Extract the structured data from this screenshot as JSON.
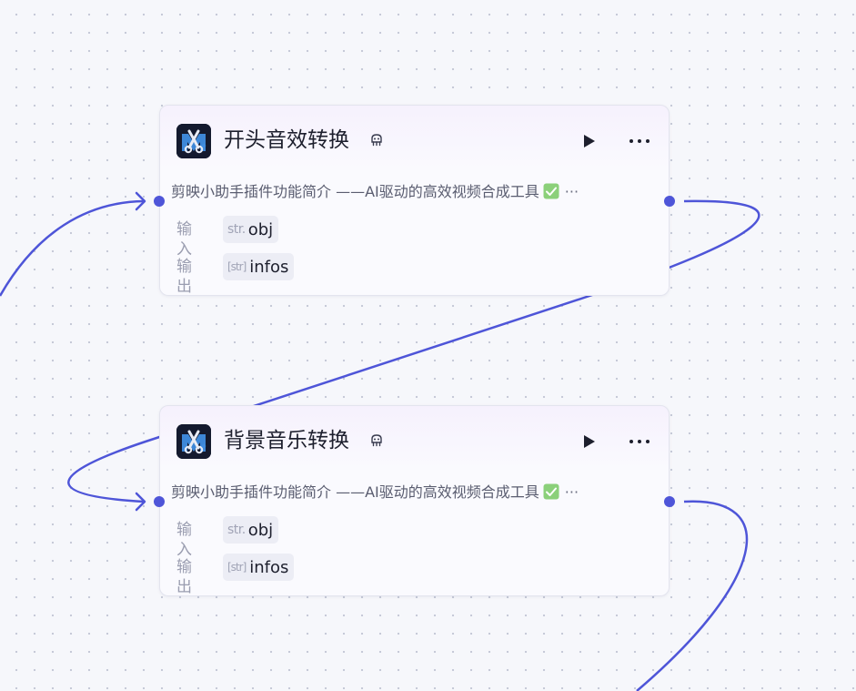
{
  "canvas": {
    "edge_color": "#4e55d8",
    "background_color": "#f6f7fb"
  },
  "nodes": [
    {
      "title": "开头音效转换",
      "description": "剪映小助手插件功能简介 ——AI驱动的高效视频合成工具",
      "description_more": "···",
      "logo_icon": "jianying-assistant-logo",
      "plugin_icon": "plugin-icon",
      "run_icon": "play-icon",
      "more_icon": "more-dots-icon",
      "input": {
        "label": "输入",
        "type": "str.",
        "name": "obj"
      },
      "output": {
        "label": "输出",
        "type": "[str]",
        "name": "infos"
      }
    },
    {
      "title": "背景音乐转换",
      "description": "剪映小助手插件功能简介 ——AI驱动的高效视频合成工具",
      "description_more": "···",
      "logo_icon": "jianying-assistant-logo",
      "plugin_icon": "plugin-icon",
      "run_icon": "play-icon",
      "more_icon": "more-dots-icon",
      "input": {
        "label": "输入",
        "type": "str.",
        "name": "obj"
      },
      "output": {
        "label": "输出",
        "type": "[str]",
        "name": "infos"
      }
    }
  ]
}
